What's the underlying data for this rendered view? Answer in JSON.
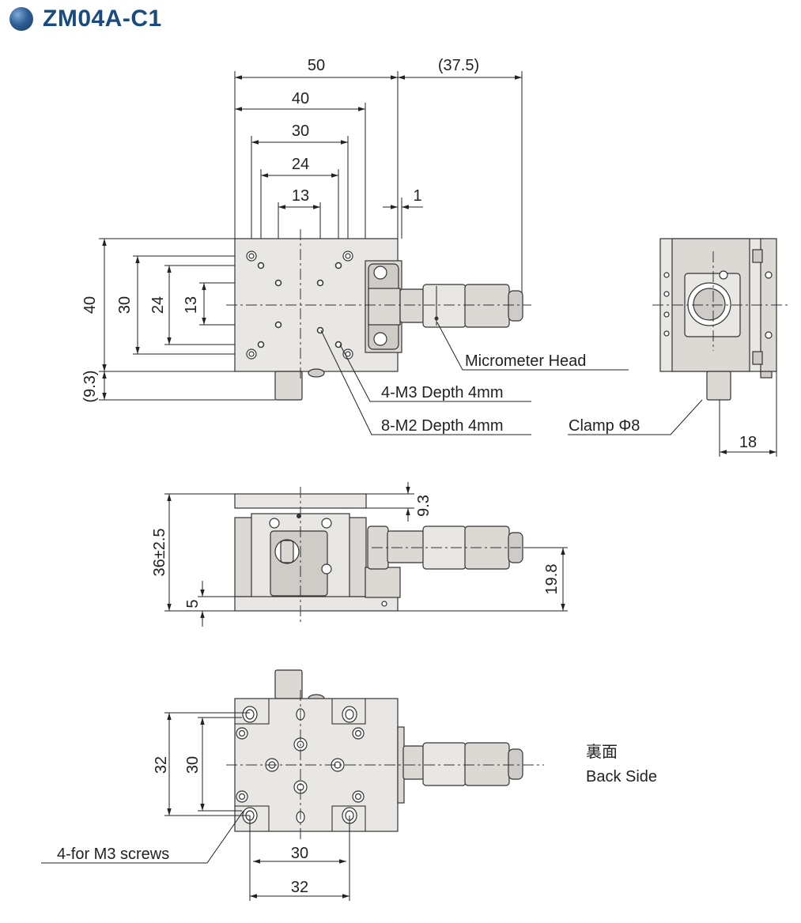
{
  "title": "ZM04A-C1",
  "colors": {
    "title_text": "#1a4b80",
    "title_ball": "#2f5f97",
    "stage_body": "#e9e7e4"
  },
  "top_view": {
    "dim_width_50": "50",
    "dim_width_375": "(37.5)",
    "dim_width_40": "40",
    "dim_width_30": "30",
    "dim_width_24": "24",
    "dim_width_13": "13",
    "dim_gap_1": "1",
    "dim_height_40": "40",
    "dim_height_30": "30",
    "dim_height_24": "24",
    "dim_height_13": "13",
    "dim_height_93": "(9.3)",
    "label_micrometer": "Micrometer Head",
    "label_m3": "4-M3 Depth 4mm",
    "label_m2": "8-M2 Depth 4mm"
  },
  "side_view": {
    "label_clamp": "Clamp Φ8",
    "dim_18": "18"
  },
  "front_view": {
    "dim_36": "36±2.5",
    "dim_5": "5",
    "dim_93": "9.3",
    "dim_198": "19.8"
  },
  "back_view": {
    "dim_32_v": "32",
    "dim_30_v": "30",
    "dim_30_h": "30",
    "dim_32_h": "32",
    "label_screws": "4-for M3 screws",
    "label_back_jp": "裏面",
    "label_back_en": "Back Side"
  }
}
